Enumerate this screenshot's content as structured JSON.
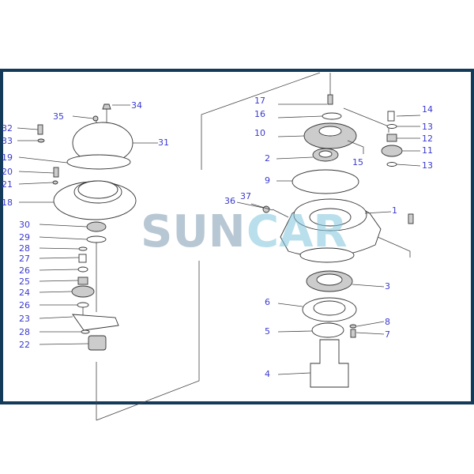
{
  "watermark": {
    "part1": "SUN",
    "part2": "CAR"
  },
  "labels": {
    "l32": "32",
    "l33": "33",
    "l35": "35",
    "l34": "34",
    "l31": "31",
    "l19": "19",
    "l20": "20",
    "l21": "21",
    "l18": "18",
    "l30": "30",
    "l29": "29",
    "l28a": "28",
    "l27": "27",
    "l26a": "26",
    "l25": "25",
    "l24": "24",
    "l26b": "26",
    "l23": "23",
    "l28b": "28",
    "l22": "22",
    "l17": "17",
    "l16": "16",
    "l10": "10",
    "l14": "14",
    "l13a": "13",
    "l12": "12",
    "l11": "11",
    "l13b": "13",
    "l2": "2",
    "l15": "15",
    "l9": "9",
    "l1": "1",
    "l36": "36",
    "l37": "37",
    "l3": "3",
    "l6": "6",
    "l8": "8",
    "l5": "5",
    "l7": "7",
    "l4": "4"
  },
  "colors": {
    "frame": "#143a5a",
    "label": "#3a3ad0"
  }
}
